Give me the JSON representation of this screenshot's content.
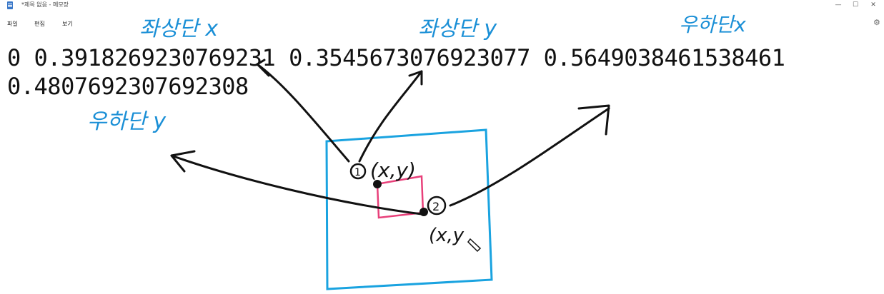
{
  "window": {
    "title": "*제목 없음 - 메모장",
    "min_glyph": "—",
    "max_glyph": "☐",
    "close_glyph": "✕"
  },
  "menu": {
    "file": "파일",
    "edit": "편집",
    "view": "보기"
  },
  "settings_glyph": "⚙",
  "document": {
    "line1": "0 0.3918269230769231 0.3545673076923077 0.5649038461538461",
    "line2": "0.4807692307692308"
  },
  "annotations": {
    "top_left_x": "좌상단 x",
    "top_left_y": "좌상단 y",
    "bottom_right_x": "우하단x",
    "bottom_right_y": "우하단 y",
    "point1_num": "1",
    "point1_coord": "(x,y)",
    "point2_num": "2",
    "point2_coord": "(x,y",
    "handwriting_color": "#1a8fd6",
    "box_color": "#1aa3e0",
    "bbox_color": "#e8407a"
  }
}
